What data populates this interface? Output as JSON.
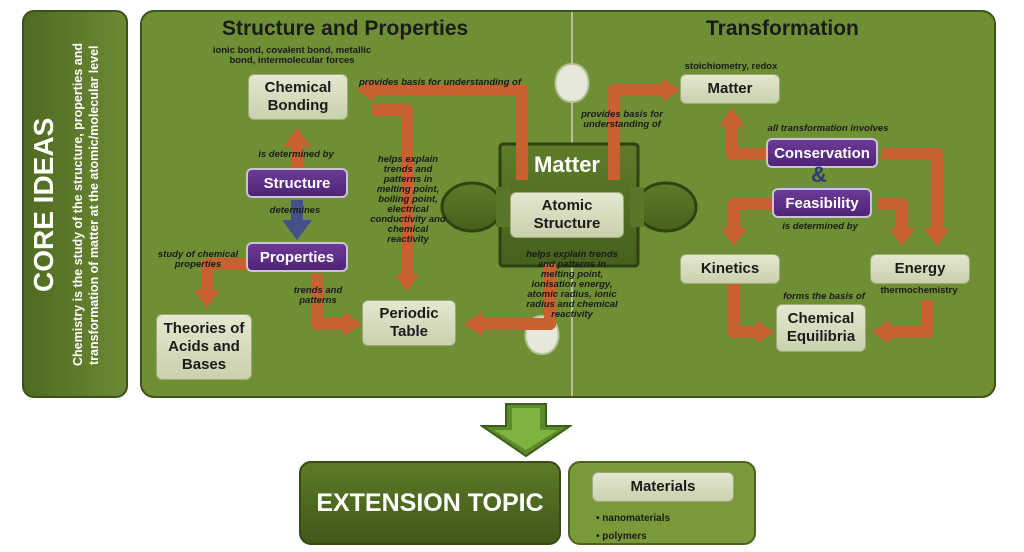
{
  "core": {
    "title": "CORE IDEAS",
    "description": "Chemistry is the study of the structure, properties and transformation of matter at the atomic/molecular level"
  },
  "structure_section": {
    "title": "Structure and Properties",
    "bonding_note": "ionic bond, covalent bond, metallic bond, intermolecular forces",
    "chemical_bonding": "Chemical Bonding",
    "structure": "Structure",
    "properties": "Properties",
    "periodic_table": "Periodic Table",
    "theories": "Theories of Acids and Bases",
    "label_determined_by": "is determined by",
    "label_determines": "determines",
    "label_study_chemical": "study of chemical properties",
    "label_trends": "trends and patterns",
    "label_provides_basis": "provides basis for understanding of",
    "label_helps_explain": "helps explain trends and patterns in melting point, boiling point, electrical conductivity and chemical reactivity"
  },
  "center": {
    "matter": "Matter",
    "atomic_structure": "Atomic Structure",
    "label_provides_basis_right": "provides basis for understanding of",
    "label_helps_explain_bottom": "helps explain trends and patterns in melting point, ionisation energy, atomic radius, ionic radius and chemical reactivity"
  },
  "transformation_section": {
    "title": "Transformation",
    "stoich_note": "stoichiometry, redox",
    "matter": "Matter",
    "label_all_transformation": "all transformation involves",
    "conservation": "Conservation",
    "ampersand": "&",
    "feasibility": "Feasibility",
    "label_determined_by": "is determined by",
    "kinetics": "Kinetics",
    "energy": "Energy",
    "thermo_note": "thermochemistry",
    "label_forms_basis": "forms the basis of",
    "chemical_equilibria": "Chemical Equilibria"
  },
  "extension": {
    "title": "EXTENSION TOPIC",
    "materials": "Materials",
    "bullets": [
      "nanomaterials",
      "polymers"
    ]
  },
  "colors": {
    "panel_green": "#6f8f35",
    "dark_green": "#40581a",
    "arrow_orange": "#c8612f",
    "arrow_blue": "#43508a",
    "purple": "#5a2d82",
    "node_fill": "#d6dcbc"
  }
}
